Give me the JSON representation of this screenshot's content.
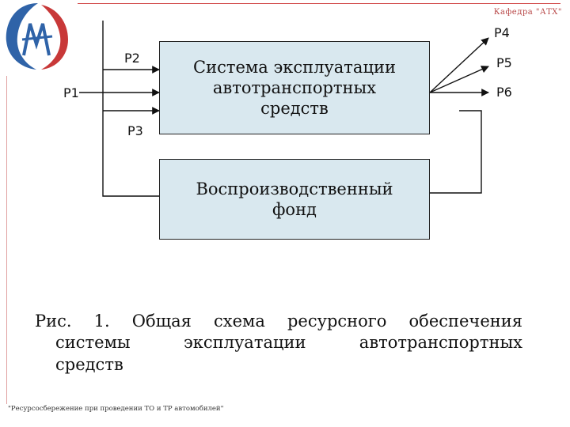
{
  "header": {
    "department": "Кафедра \"АТХ\""
  },
  "diagram": {
    "inputs": [
      {
        "id": "p1",
        "label": "P1"
      },
      {
        "id": "p2",
        "label": "P2"
      },
      {
        "id": "p3",
        "label": "P3"
      }
    ],
    "outputs": [
      {
        "id": "p4",
        "label": "P4"
      },
      {
        "id": "p5",
        "label": "P5"
      },
      {
        "id": "p6",
        "label": "P6"
      }
    ],
    "system_box": {
      "line1": "Система эксплуатации",
      "line2": "автотранспортных",
      "line3": "средств"
    },
    "fund_box": {
      "line1": "Воспроизводственный",
      "line2": "фонд"
    }
  },
  "caption": {
    "line1": "Рис. 1. Общая схема ресурсного обеспечения",
    "line2": "системы эксплуатации автотранспортных",
    "line3": "средств"
  },
  "footer": {
    "text": "\"Ресурсосбережение при проведении ТО и ТР автомобилей\""
  },
  "colors": {
    "box_fill": "#d9e8ef",
    "logo_blue": "#2f63a8",
    "logo_red": "#c83838",
    "header_rule": "#d24a4a"
  }
}
